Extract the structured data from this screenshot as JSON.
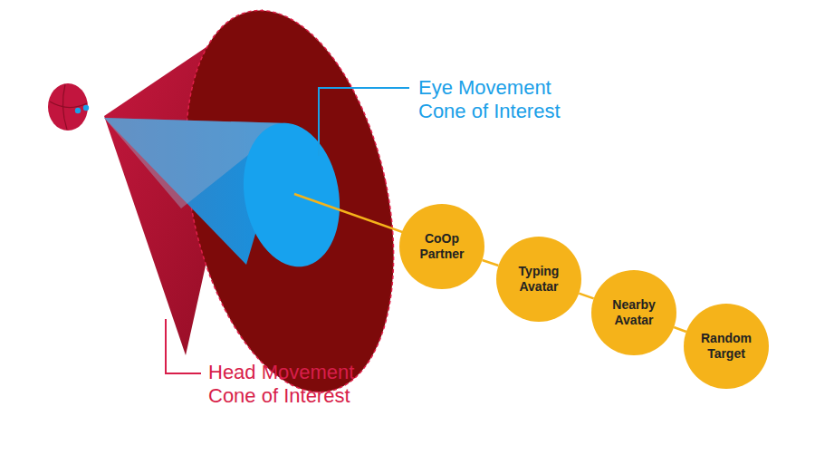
{
  "diagram": {
    "nodes": [
      {
        "text": [
          "CoOp Partner"
        ]
      },
      {
        "text": [
          "Typing Avatar"
        ]
      },
      {
        "text": [
          "Nearby Avatar"
        ]
      },
      {
        "text": [
          "Random Target"
        ]
      }
    ],
    "edges": [
      {
        "from": 0,
        "to": 1,
        "arrow": "none"
      },
      {
        "from": 1,
        "to": 2,
        "arrow": "none"
      },
      {
        "from": 2,
        "to": 3,
        "arrow": "none"
      }
    ],
    "labels": [
      "Eye Movement Cone of Interest",
      "Head Movement Cone of Interest"
    ]
  }
}
